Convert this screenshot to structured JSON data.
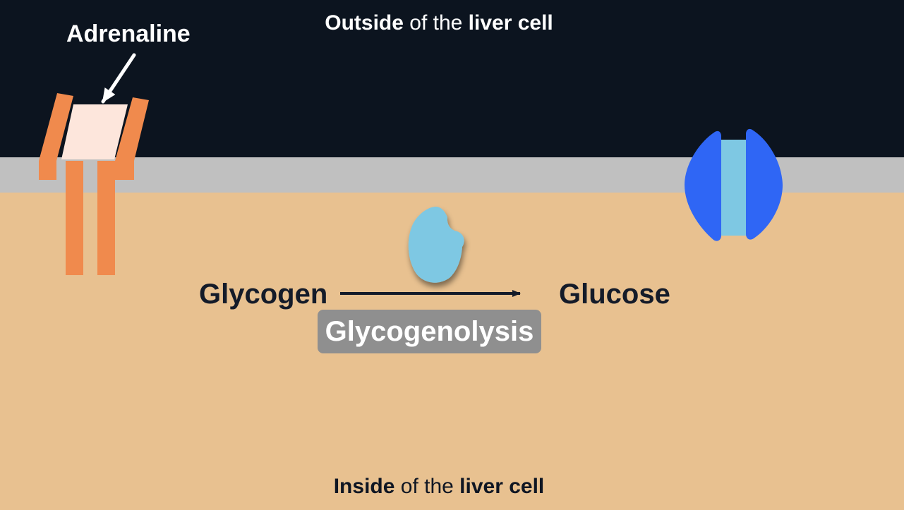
{
  "colors": {
    "outside": "#0c141f",
    "membrane": "#c0c0c0",
    "cytoplasm": "#e8c190",
    "receptor": "#f08a4d",
    "hormone": "#fde6dc",
    "enzyme": "#7ec8e3",
    "channel_outer": "#2f66f5",
    "channel_pore": "#7ec8e3",
    "process_box": "#8f8f8f",
    "arrow": "#141b29"
  },
  "labels": {
    "outside": {
      "part1": "Outside",
      "part2": "of the",
      "part3": "liver cell"
    },
    "inside": {
      "part1": "Inside",
      "part2": "of the",
      "part3": "liver cell"
    },
    "adrenaline": "Adrenaline",
    "reactant": "Glycogen",
    "product": "Glucose",
    "process": "Glycogenolysis"
  },
  "icons": {
    "receptor": "receptor-icon",
    "hormone": "adrenaline-molecule-icon",
    "enzyme": "enzyme-icon",
    "channel": "glucose-transporter-icon",
    "arrow": "reaction-arrow-icon",
    "pointer": "pointer-arrow-icon"
  }
}
